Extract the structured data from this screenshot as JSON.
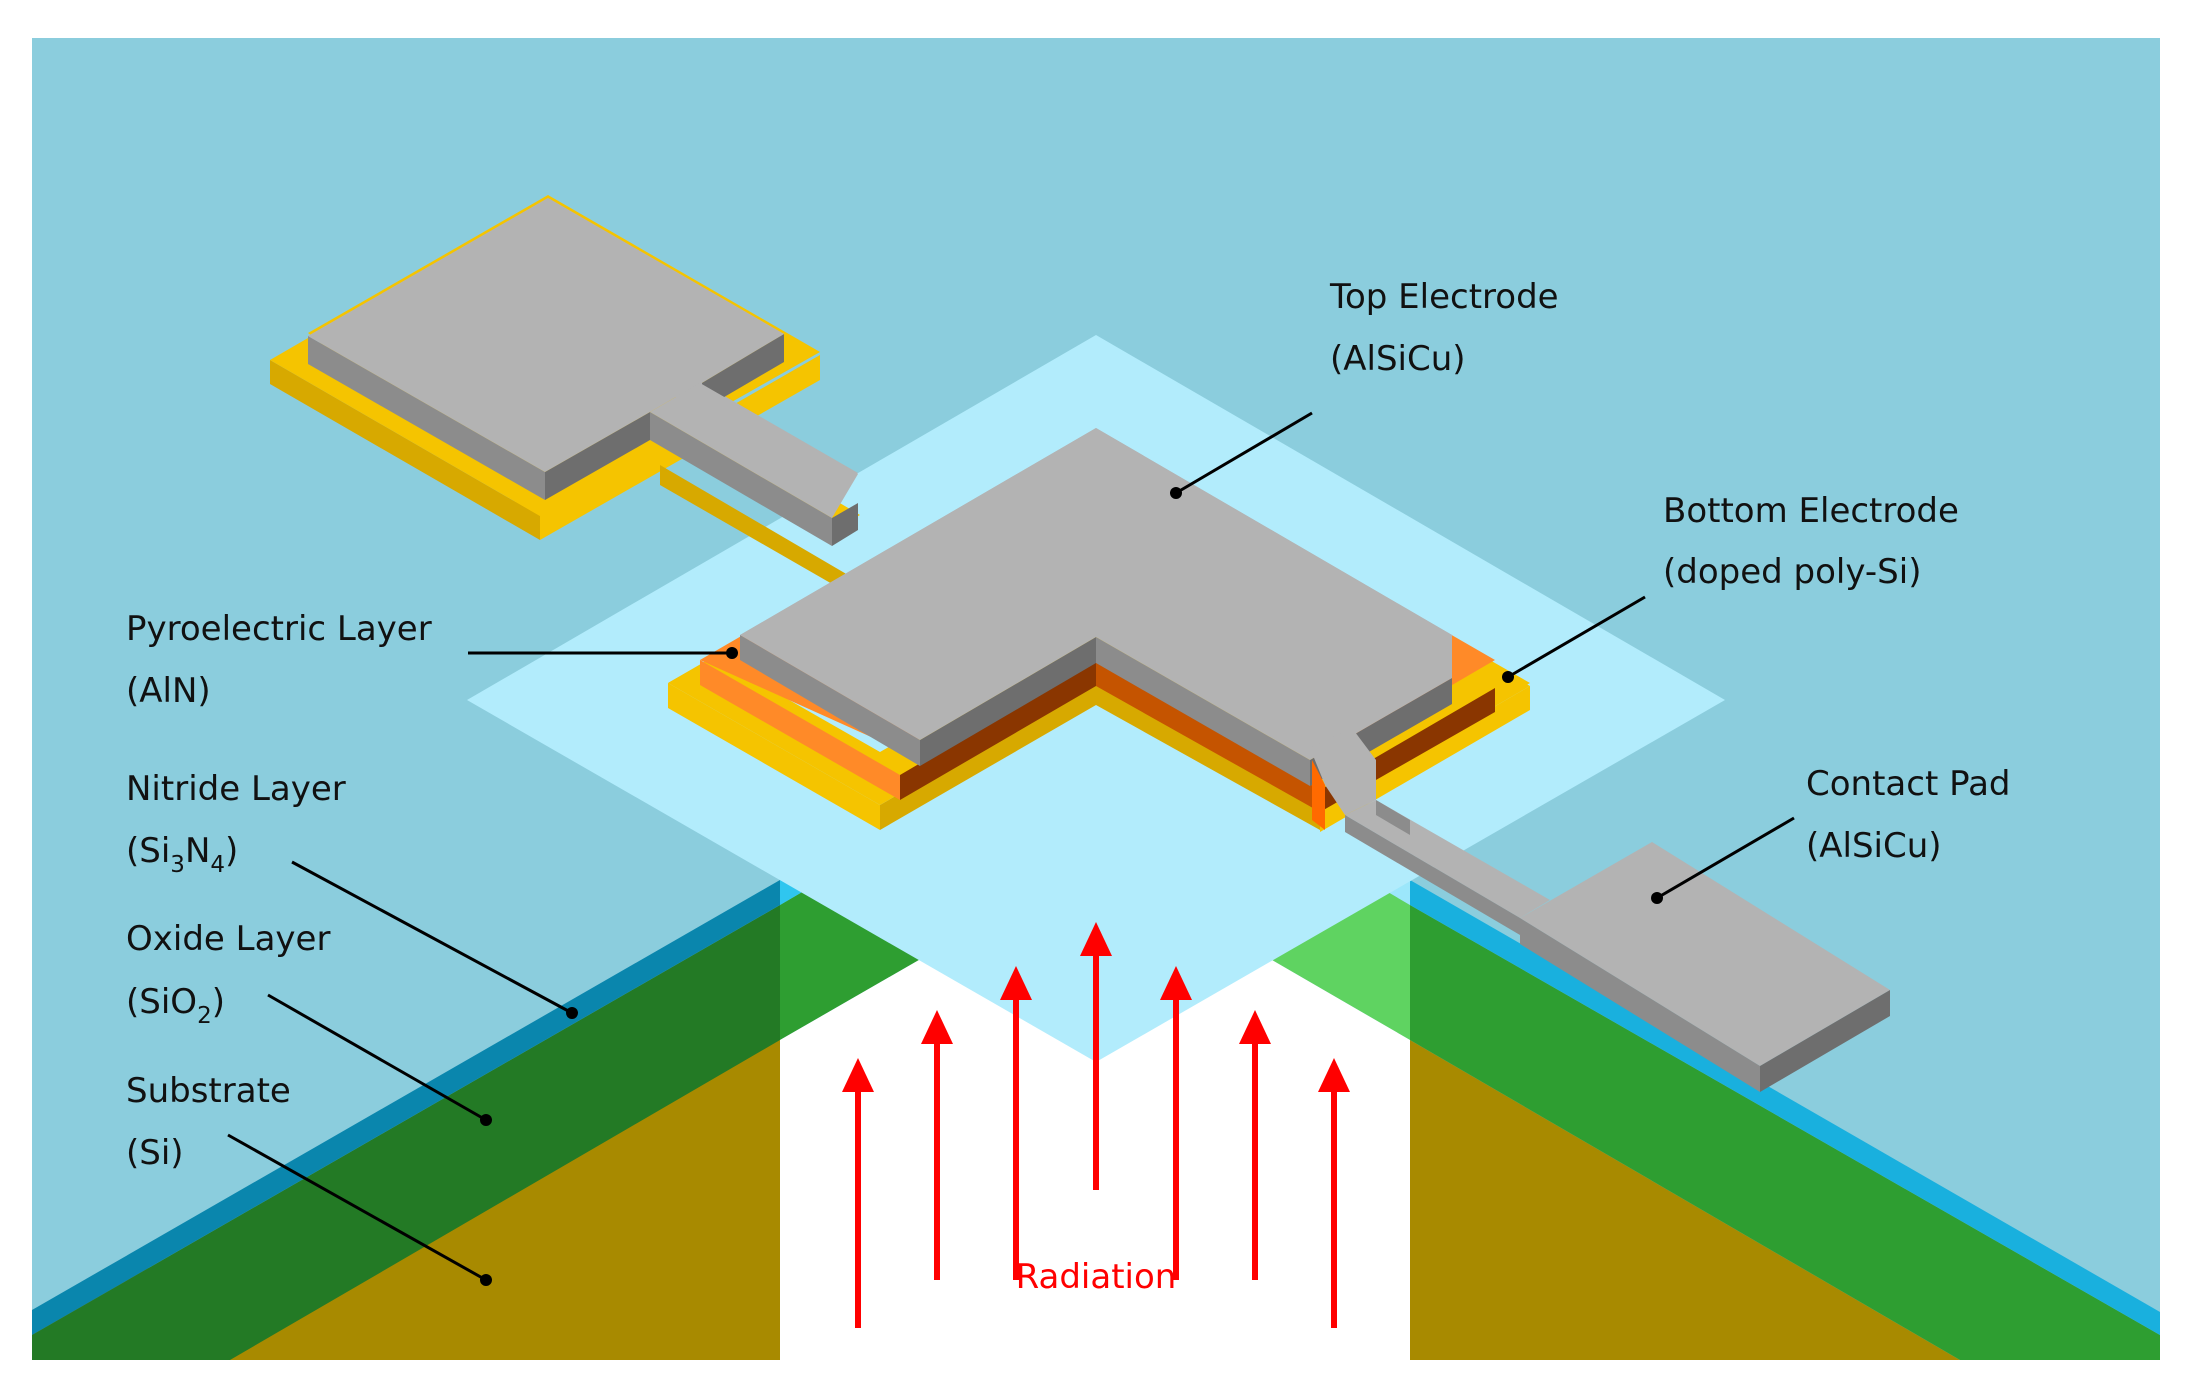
{
  "labels": {
    "top_electrode": {
      "line1": "Top Electrode",
      "line2": "(AlSiCu)"
    },
    "bottom_electrode": {
      "line1": "Bottom Electrode",
      "line2": "(doped poly-Si)"
    },
    "pyroelectric": {
      "line1": "Pyroelectric Layer",
      "line2": "(AlN)"
    },
    "nitride": {
      "line1": "Nitride Layer",
      "line2_open": "(Si",
      "line2_sub_a": "3",
      "line2_mid": "N",
      "line2_sub_b": "4",
      "line2_close": ")"
    },
    "oxide": {
      "line1": "Oxide Layer",
      "line2_open": "(SiO",
      "line2_sub": "2",
      "line2_close": ")"
    },
    "substrate": {
      "line1": "Substrate",
      "line2": "(Si)"
    },
    "contact_pad": {
      "line1": "Contact Pad",
      "line2": "(AlSiCu)"
    },
    "radiation": "Radiation"
  },
  "colors": {
    "background": "#8bcddd",
    "membrane": "#b2ecfc",
    "electrode_top": "#b3b3b3",
    "electrode_side_dark": "#6e6e6e",
    "electrode_side_mid": "#8c8c8c",
    "poly_si": "#f5c400",
    "poly_si_side": "#d7a900",
    "aln_top": "#ff8a28",
    "aln_side": "#c55400",
    "aln_side_dark": "#8a3600",
    "nitride": "#2fc6ef",
    "nitride_dark": "#0a86ad",
    "oxide_green": "#2e9e31",
    "oxide_green_dark": "#237a25",
    "oxide_green_light": "#5fd361",
    "substrate": "#a88a00",
    "radiation_arrows": "#ff0000",
    "leader_lines": "#000000"
  }
}
